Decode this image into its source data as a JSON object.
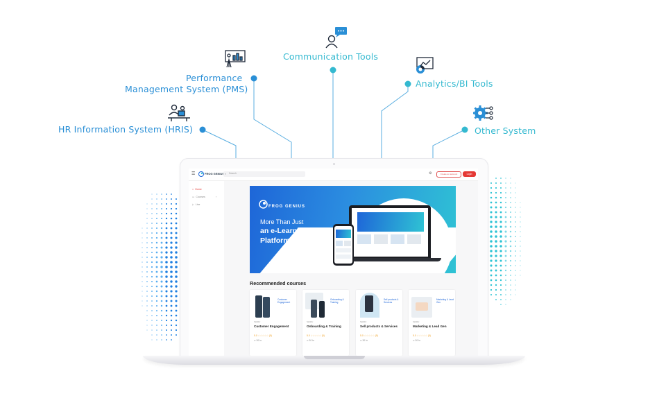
{
  "integrations": {
    "hris": "HR Information System (HRIS)",
    "pms_line1": "Performance",
    "pms_line2": "Management System (PMS)",
    "comm": "Communication Tools",
    "analytics": "Analytics/BI Tools",
    "other": "Other System"
  },
  "icons": {
    "hris": "hr-people-icon",
    "pms": "presentation-chart-icon",
    "comm": "user-chat-icon",
    "analytics": "dashboard-chart-icon",
    "other": "gear-network-icon"
  },
  "colors": {
    "blue": "#2a8fd6",
    "teal": "#34b9d0",
    "accent_red": "#e53935"
  },
  "app": {
    "brand": "FROG GENIUS",
    "search_placeholder": "Search",
    "create_account": "Create an account",
    "login": "Login",
    "sidebar": [
      {
        "label": "Home"
      },
      {
        "label": "Courses"
      },
      {
        "label": "Live"
      }
    ],
    "banner": {
      "brand": "FROG GENIUS",
      "line1": "More Than Just",
      "line2": "an e-Learning",
      "line3": "Platform"
    },
    "recommended_title": "Recommended courses",
    "courses": [
      {
        "category": "Skill2U",
        "title": "Customer Engagement",
        "tag": "Customer Engagement",
        "rating": "5.0 ☆☆☆☆☆ (5)",
        "duration": "⊙ 30 hr"
      },
      {
        "category": "Skill2U",
        "title": "Onboarding & Training",
        "tag": "Onboarding & Training",
        "rating": "5.0 ☆☆☆☆☆ (5)",
        "duration": "⊙ 30 hr"
      },
      {
        "category": "Skill2U",
        "title": "Sell products & Services",
        "tag": "Sell products & Services",
        "rating": "5.0 ☆☆☆☆☆ (5)",
        "duration": "⊙ 30 hr"
      },
      {
        "category": "Skill2U",
        "title": "Marketing & Lead Gen",
        "tag": "Marketing & Lead Gen",
        "rating": "5.0 ☆☆☆☆☆ (5)",
        "duration": "⊙ 30 hr"
      }
    ]
  }
}
